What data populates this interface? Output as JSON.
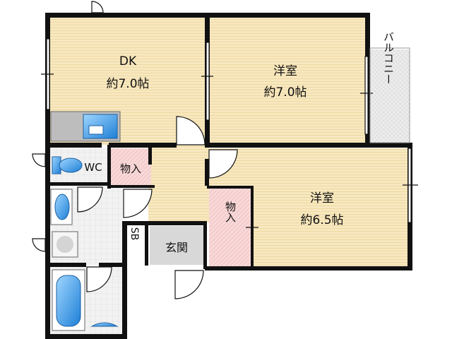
{
  "rooms": {
    "dk": {
      "name": "DK",
      "size": "約7.0帖"
    },
    "western1": {
      "name": "洋室",
      "size": "約7.0帖"
    },
    "western2": {
      "name": "洋室",
      "size": "約6.5帖"
    },
    "closet1": {
      "name": "物入"
    },
    "closet2": {
      "name": "物入"
    },
    "wc": {
      "name": "WC"
    },
    "entrance": {
      "name": "玄関"
    },
    "shoebox": {
      "name": "SB"
    },
    "balcony": {
      "name": "バルコニー"
    }
  },
  "colors": {
    "room_floor": "#f7e8c0",
    "floor_lines": "#efd9a0",
    "closet": "#f6d6d6",
    "wet_area": "#f0f0f0",
    "balcony": "#e8e8e8",
    "wall": "#111111",
    "fixture_blue": "#3a9ff0"
  }
}
